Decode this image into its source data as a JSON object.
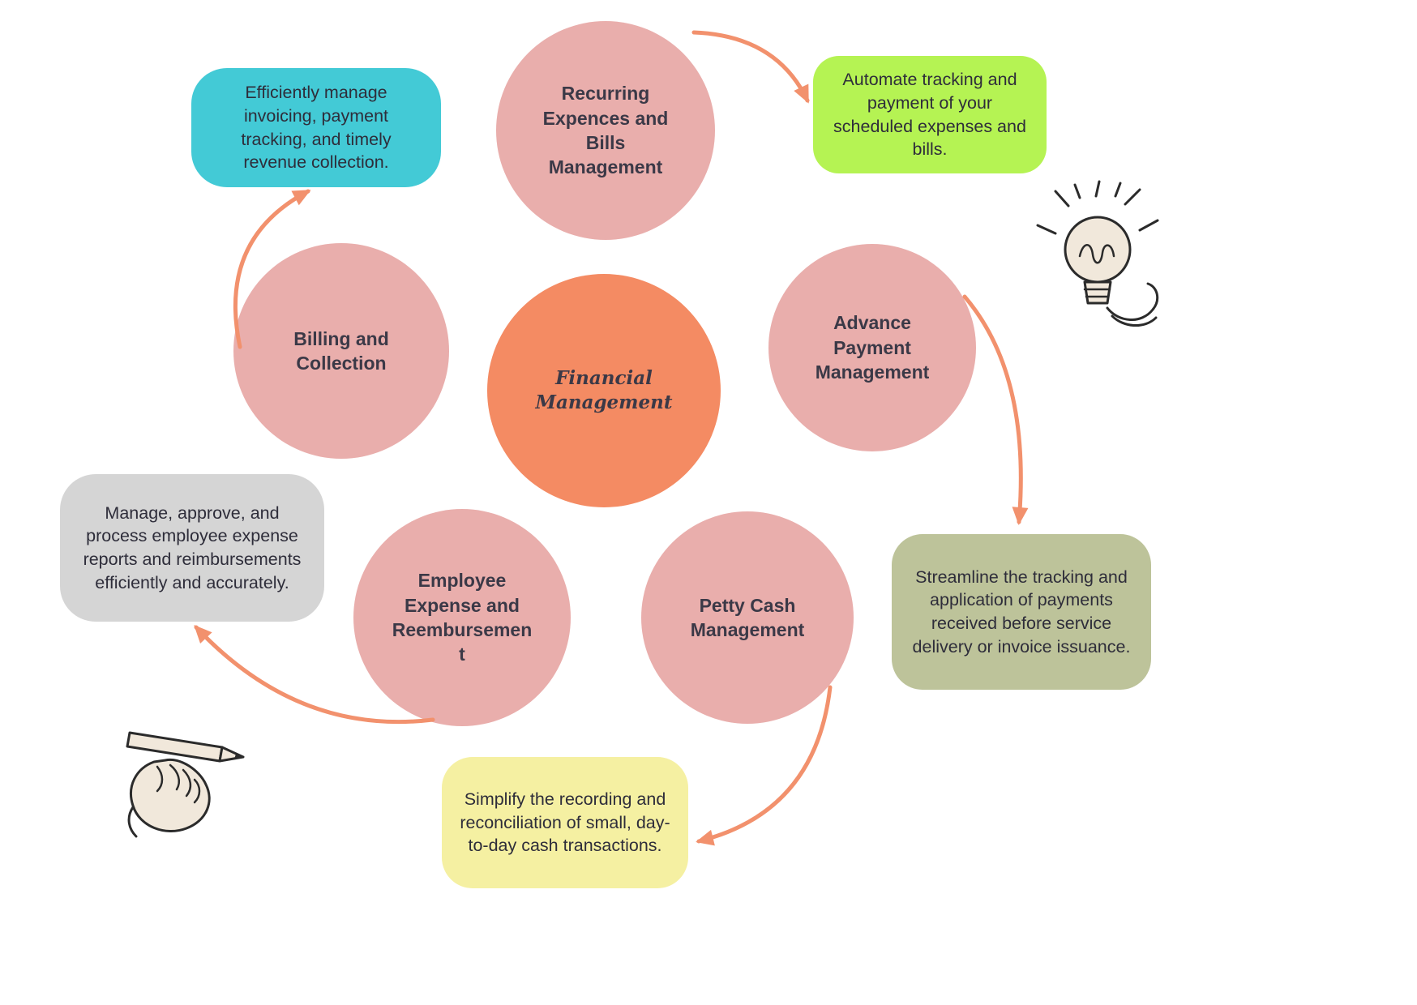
{
  "colors": {
    "arrow": "#F2916D",
    "node": "#E9AEAC",
    "center": "#F48B63",
    "text": "#3B3947"
  },
  "center": {
    "label": "Financial Management"
  },
  "nodes": [
    {
      "label": "Recurring Expences and Bills Management"
    },
    {
      "label": "Billing and Collection"
    },
    {
      "label": "Advance Payment Management"
    },
    {
      "label": "Employee Expense and Reembursement"
    },
    {
      "label": "Petty Cash Management"
    }
  ],
  "notes": [
    {
      "text": "Efficiently manage invoicing, payment tracking, and timely revenue collection.",
      "color": "#43CAD6"
    },
    {
      "text": "Automate tracking and payment of your scheduled expenses and bills.",
      "color": "#B5F353"
    },
    {
      "text": "Manage, approve, and process employee expense reports and reimbursements efficiently and accurately.",
      "color": "#D5D5D5"
    },
    {
      "text": "Streamline the tracking and application of payments received before service delivery or invoice issuance.",
      "color": "#BDC39A"
    },
    {
      "text": "Simplify the recording and reconciliation of small, day-to-day cash transactions.",
      "color": "#F5F0A2"
    }
  ],
  "illustrations": [
    {
      "name": "lightbulb-sketch"
    },
    {
      "name": "hand-writing-sketch"
    }
  ]
}
